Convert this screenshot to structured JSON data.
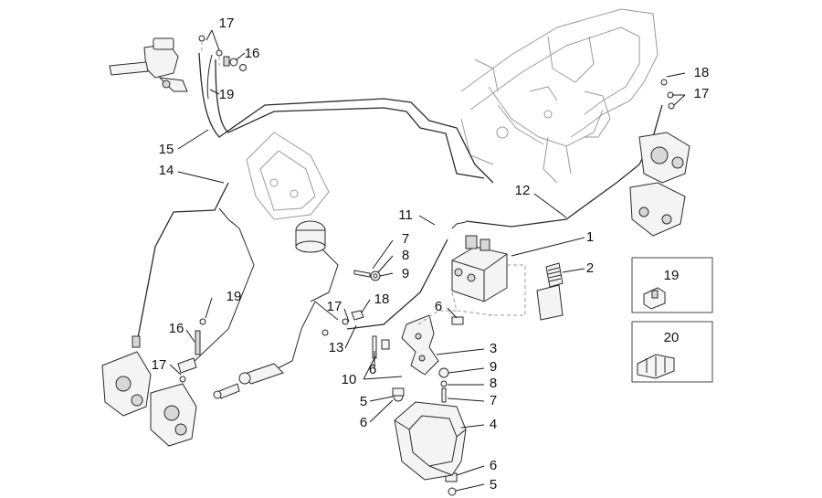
{
  "callouts": {
    "c1": "1",
    "c2": "2",
    "c3": "3",
    "c4": "4",
    "c5a": "5",
    "c5b": "5",
    "c6a": "6",
    "c6b": "6",
    "c6c": "6",
    "c6d": "6",
    "c7a": "7",
    "c7b": "7",
    "c8a": "8",
    "c8b": "8",
    "c9a": "9",
    "c9b": "9",
    "c10": "10",
    "c11": "11",
    "c12": "12",
    "c13": "13",
    "c14": "14",
    "c15": "15",
    "c16a": "16",
    "c16b": "16",
    "c17a": "17",
    "c17b": "17",
    "c17c": "17",
    "c17d": "17",
    "c18a": "18",
    "c18b": "18",
    "c19a": "19",
    "c19b": "19",
    "c19c": "19",
    "c20": "20"
  }
}
